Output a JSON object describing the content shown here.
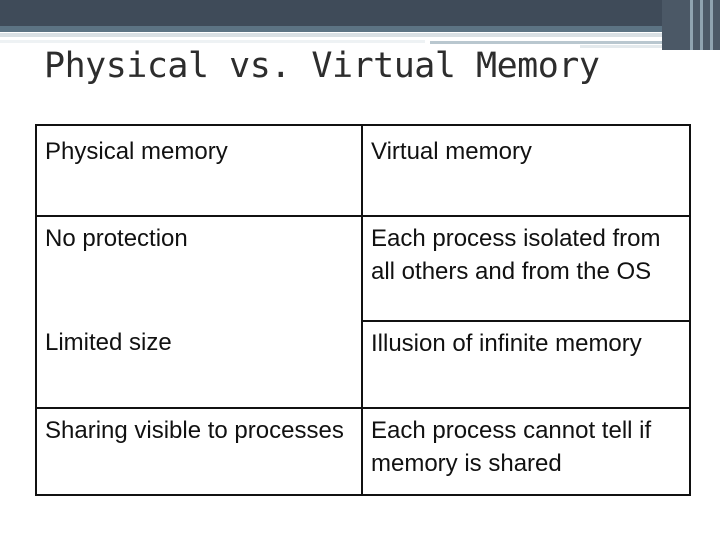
{
  "slide": {
    "title": "Physical vs. Virtual Memory"
  },
  "table": {
    "headers": [
      "Physical memory",
      "Virtual memory"
    ],
    "rows": [
      [
        "No protection",
        "Each process isolated from all others and from the OS"
      ],
      [
        "Limited size",
        "Illusion of infinite memory"
      ],
      [
        "Sharing visible to processes",
        "Each process cannot tell if memory is shared"
      ]
    ]
  },
  "colors": {
    "header_bar": "#3f4b59",
    "accent": "#5c7383",
    "text": "#111111",
    "title_text": "#2d2d2d"
  }
}
